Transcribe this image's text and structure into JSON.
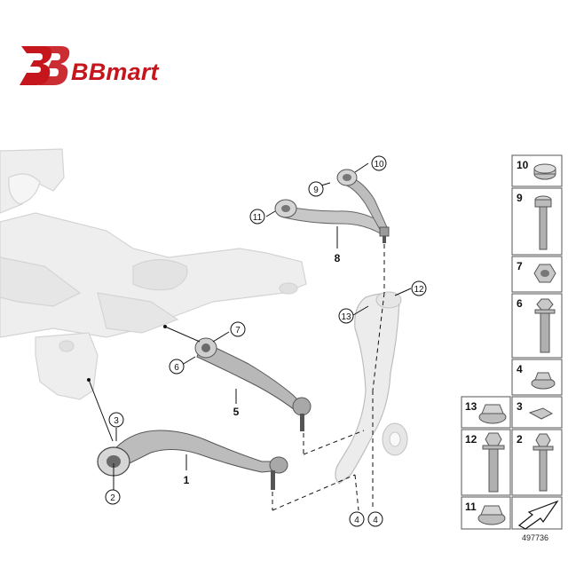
{
  "brand": {
    "name": "BBmart",
    "primary_color": "#c4161c"
  },
  "diagram_id": "497736",
  "callouts": {
    "c10": "10",
    "c9": "9",
    "c11": "11",
    "c8": "8",
    "c12": "12",
    "c13": "13",
    "c7": "7",
    "c6": "6",
    "c5": "5",
    "c3": "3",
    "c2": "2",
    "c1": "1",
    "c4a": "4",
    "c4b": "4"
  },
  "parts_table": {
    "r10": "10",
    "r9": "9",
    "r7": "7",
    "r6": "6",
    "r4": "4",
    "r13": "13",
    "r3": "3",
    "r12": "12",
    "r2": "2",
    "r11": "11"
  },
  "icons": [
    "subframe-drawing",
    "upper-control-arm",
    "steering-knuckle",
    "lower-control-arm",
    "tension-strut",
    "bolt-icon",
    "nut-icon",
    "arrow-icon"
  ]
}
